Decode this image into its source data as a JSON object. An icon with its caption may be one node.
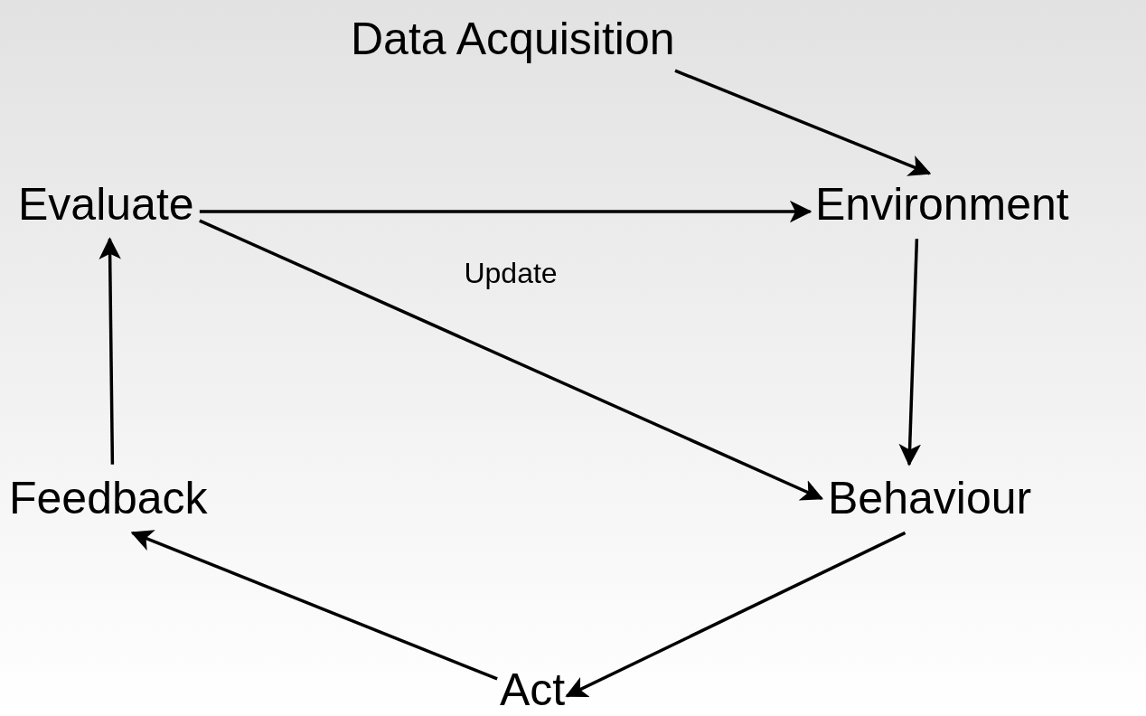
{
  "diagram": {
    "nodes": [
      {
        "text": [
          "Data Acquisition"
        ]
      },
      {
        "text": [
          "Evaluate"
        ]
      },
      {
        "text": [
          "Environment"
        ]
      },
      {
        "text": [
          "Feedback"
        ]
      },
      {
        "text": [
          "Behaviour"
        ]
      },
      {
        "text": [
          "Act"
        ]
      }
    ],
    "edges": [
      {
        "from": 0,
        "to": 2,
        "arrow": "to"
      },
      {
        "from": 1,
        "to": 2,
        "arrow": "to"
      },
      {
        "from": 1,
        "to": 4,
        "arrow": "to",
        "label": "Update"
      },
      {
        "from": 2,
        "to": 4,
        "arrow": "to"
      },
      {
        "from": 4,
        "to": 5,
        "arrow": "to"
      },
      {
        "from": 5,
        "to": 3,
        "arrow": "to"
      },
      {
        "from": 3,
        "to": 1,
        "arrow": "to"
      }
    ]
  }
}
